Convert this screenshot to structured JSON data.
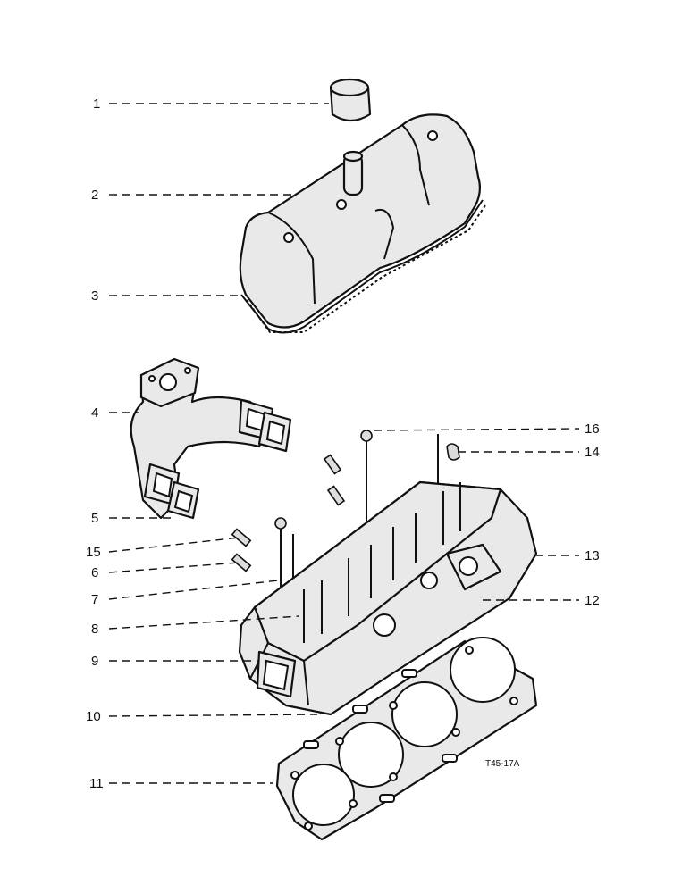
{
  "callouts": [
    {
      "id": "1",
      "label": "1"
    },
    {
      "id": "2",
      "label": "2"
    },
    {
      "id": "3",
      "label": "3"
    },
    {
      "id": "4",
      "label": "4"
    },
    {
      "id": "5",
      "label": "5"
    },
    {
      "id": "15",
      "label": "15"
    },
    {
      "id": "6",
      "label": "6"
    },
    {
      "id": "7",
      "label": "7"
    },
    {
      "id": "8",
      "label": "8"
    },
    {
      "id": "9",
      "label": "9"
    },
    {
      "id": "10",
      "label": "10"
    },
    {
      "id": "11",
      "label": "11"
    },
    {
      "id": "16",
      "label": "16"
    },
    {
      "id": "14",
      "label": "14"
    },
    {
      "id": "13",
      "label": "13"
    },
    {
      "id": "12",
      "label": "12"
    }
  ],
  "figure_ref": "T45-17A"
}
